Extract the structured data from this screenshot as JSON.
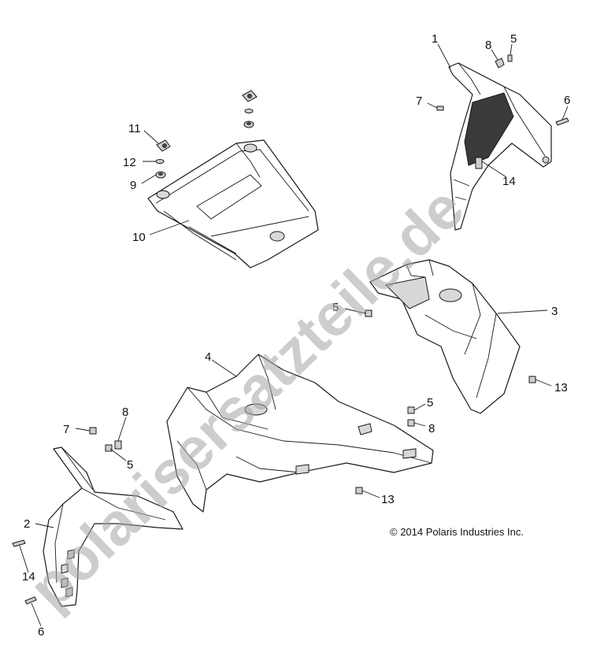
{
  "watermark": "polarisersatzteile.de",
  "copyright": "© 2014 Polaris Industries Inc.",
  "callouts": {
    "c1": "1",
    "c8a": "8",
    "c5a": "5",
    "c7a": "7",
    "c6a": "6",
    "c14a": "14",
    "c11": "11",
    "c12": "12",
    "c9": "9",
    "c10": "10",
    "c5b": "5",
    "c3": "3",
    "c4": "4",
    "c13a": "13",
    "c5c": "5",
    "c8b": "8",
    "c7b": "7",
    "c8c": "8",
    "c5d": "5",
    "c13b": "13",
    "c2": "2",
    "c14b": "14",
    "c6b": "6"
  }
}
